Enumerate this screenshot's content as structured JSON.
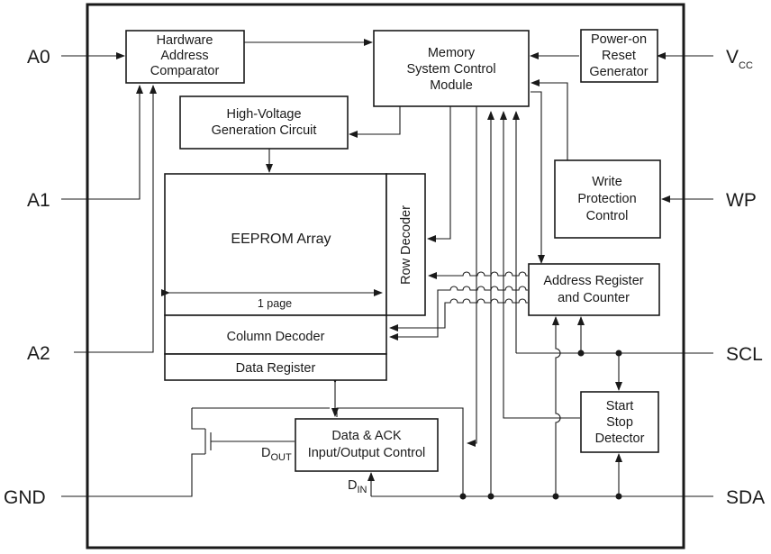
{
  "pins": {
    "a0": "A0",
    "a1": "A1",
    "a2": "A2",
    "gnd": "GND",
    "vcc_main": "V",
    "vcc_sub": "CC",
    "wp": "WP",
    "scl": "SCL",
    "sda": "SDA"
  },
  "blocks": {
    "hw_addr_comparator": [
      "Hardware",
      "Address",
      "Comparator"
    ],
    "memory_control": [
      "Memory",
      "System Control",
      "Module"
    ],
    "power_on_reset": [
      "Power-on",
      "Reset",
      "Generator"
    ],
    "high_voltage": [
      "High-Voltage",
      "Generation Circuit"
    ],
    "eeprom_array": "EEPROM Array",
    "row_decoder": "Row Decoder",
    "page_label": "1 page",
    "write_protection": [
      "Write",
      "Protection",
      "Control"
    ],
    "address_register": [
      "Address Register",
      "and Counter"
    ],
    "column_decoder": "Column Decoder",
    "data_register": "Data Register",
    "start_stop": [
      "Start",
      "Stop",
      "Detector"
    ],
    "data_ack": [
      "Data & ACK",
      "Input/Output Control"
    ]
  },
  "signals": {
    "dout_main": "D",
    "dout_sub": "OUT",
    "din_main": "D",
    "din_sub": "IN"
  }
}
